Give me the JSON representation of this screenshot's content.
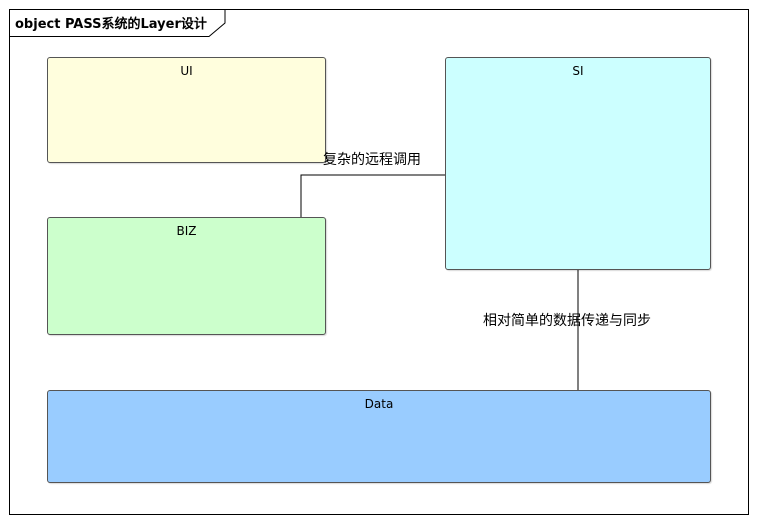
{
  "diagram": {
    "frame_title": "object PASS系统的Layer设计",
    "nodes": {
      "ui": {
        "label": "UI",
        "fill": "#FFFEDD"
      },
      "biz": {
        "label": "BIZ",
        "fill": "#CCFFCC"
      },
      "si": {
        "label": "SI",
        "fill": "#CCFFFF"
      },
      "data": {
        "label": "Data",
        "fill": "#99CCFF"
      }
    },
    "edges": [
      {
        "from": "BIZ",
        "to": "SI",
        "label": "复杂的远程调用"
      },
      {
        "from": "SI",
        "to": "Data",
        "label": "相对简单的数据传递与同步"
      }
    ]
  }
}
